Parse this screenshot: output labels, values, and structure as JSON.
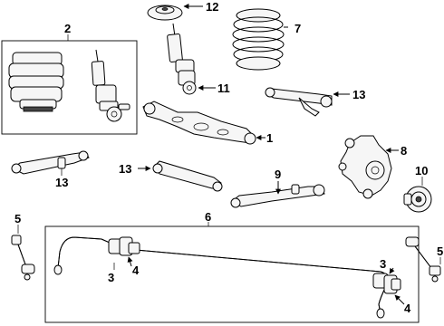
{
  "callouts": {
    "c1": "1",
    "c2": "2",
    "c3a": "3",
    "c3b": "3",
    "c4a": "4",
    "c4b": "4",
    "c5a": "5",
    "c5b": "5",
    "c6": "6",
    "c7": "7",
    "c8": "8",
    "c9": "9",
    "c10": "10",
    "c11": "11",
    "c12": "12",
    "c13a": "13",
    "c13b": "13",
    "c13c": "13"
  }
}
